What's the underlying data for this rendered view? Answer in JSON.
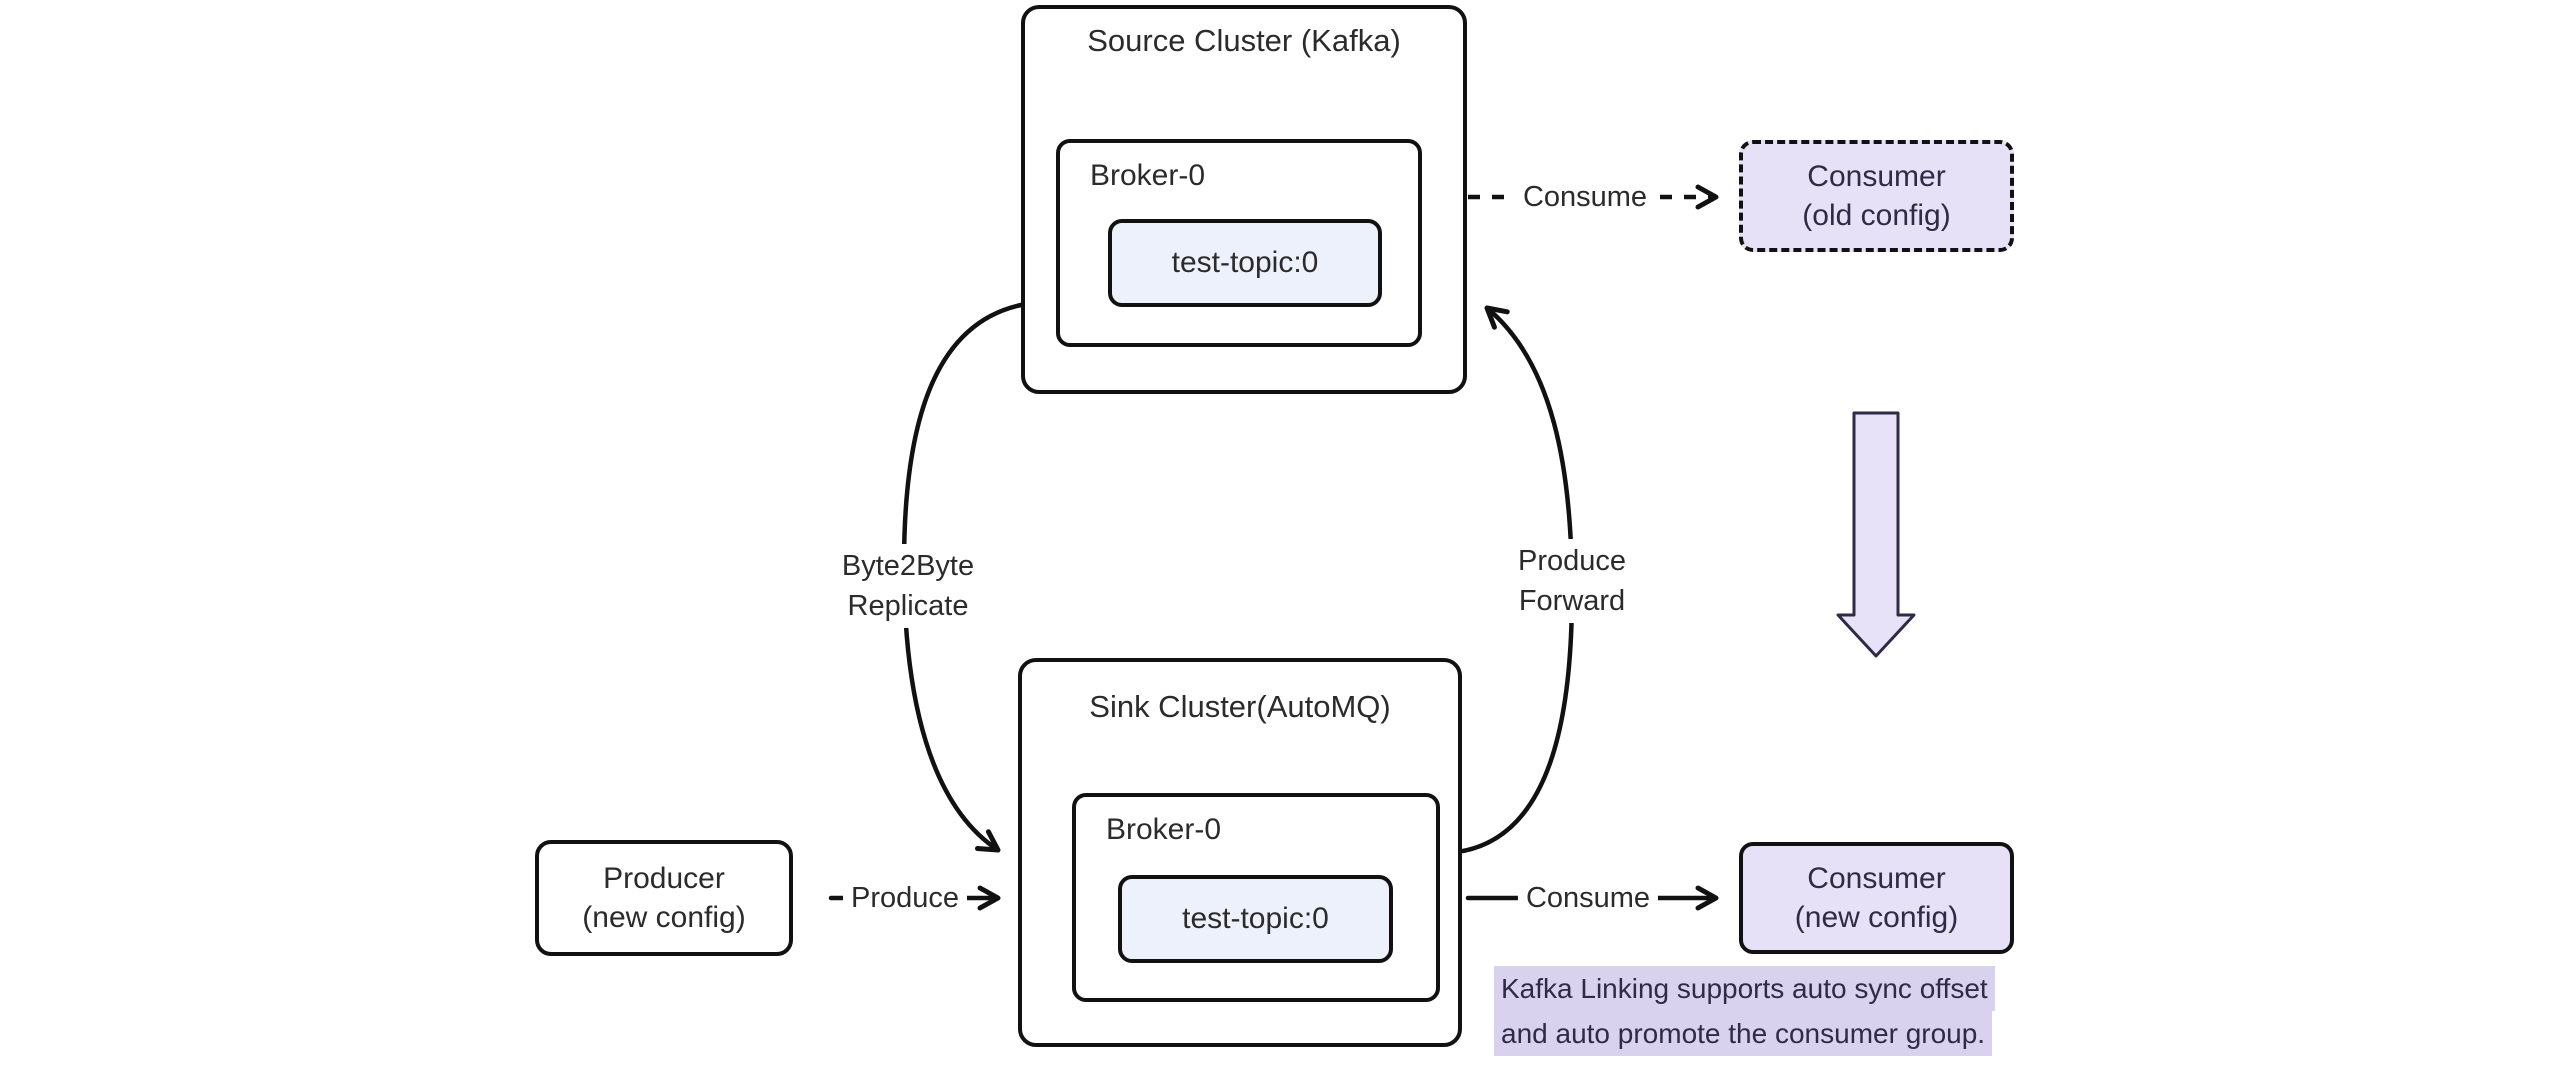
{
  "source_cluster": {
    "title": "Source Cluster (Kafka)",
    "broker": "Broker-0",
    "topic": "test-topic:0"
  },
  "sink_cluster": {
    "title": "Sink Cluster(AutoMQ)",
    "broker": "Broker-0",
    "topic": "test-topic:0"
  },
  "producer": {
    "line1": "Producer",
    "line2": "(new config)"
  },
  "consumer_old": {
    "line1": "Consumer",
    "line2": "(old config)"
  },
  "consumer_new": {
    "line1": "Consumer",
    "line2": "(new config)"
  },
  "edges": {
    "consume_old": "Consume",
    "consume_new": "Consume",
    "produce": "Produce",
    "replicate": {
      "line1": "Byte2Byte",
      "line2": "Replicate"
    },
    "forward": {
      "line1": "Produce",
      "line2": "Forward"
    }
  },
  "note": {
    "line1": "Kafka Linking supports auto sync offset",
    "line2": "and auto promote the consumer group."
  },
  "colors": {
    "stroke": "#111111",
    "purple_fill": "#e7e1f8",
    "topic_fill": "#edf1fb",
    "note_highlight": "#d8d2ee",
    "note_text": "#2f2a45",
    "big_arrow_fill": "#e7e2f8",
    "big_arrow_stroke": "#2f2a45"
  }
}
